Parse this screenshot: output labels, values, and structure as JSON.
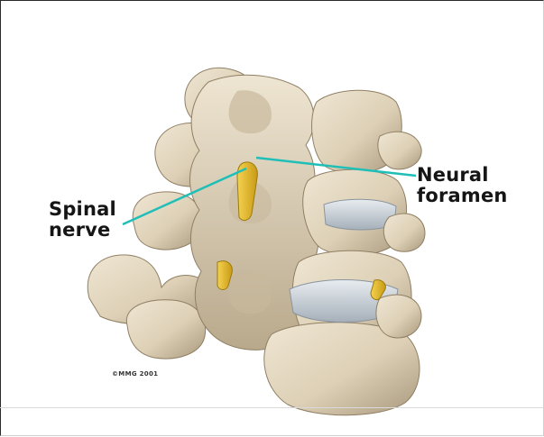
{
  "labels": {
    "spinal_nerve_line1": "Spinal",
    "spinal_nerve_line2": "nerve",
    "neural_foramen_line1": "Neural",
    "neural_foramen_line2": "foramen"
  },
  "copyright": "©MMG 2001",
  "colors": {
    "bone": "#e0d4bd",
    "bone_shadow": "#a8987c",
    "disc": "#c7cfd6",
    "nerve": "#e8b824",
    "pointer": "#1fbfb8"
  }
}
